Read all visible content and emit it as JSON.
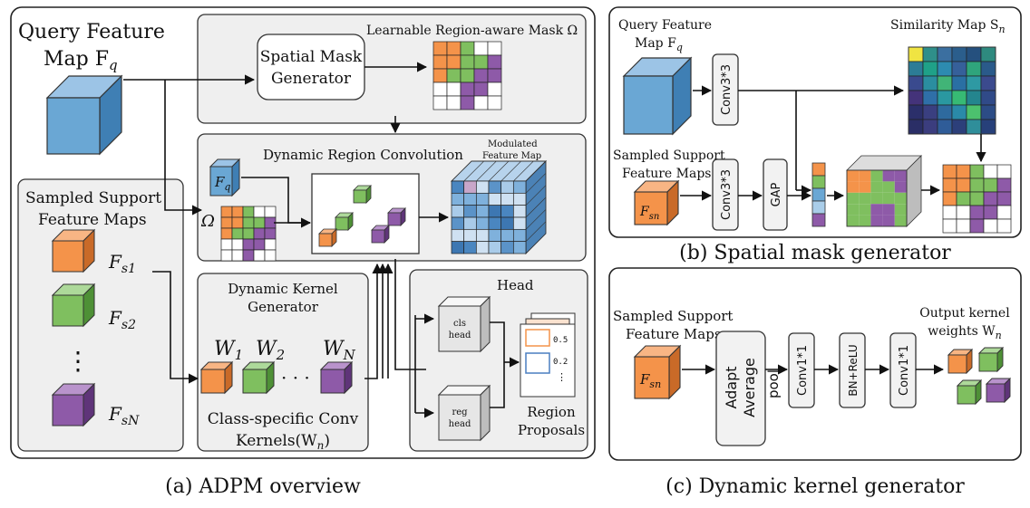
{
  "colors": {
    "orange": "#f4934a",
    "green": "#7fbf5f",
    "purple": "#8e5aa8",
    "blue": "#6aa7d4",
    "white": "#ffffff",
    "panel_fill": "#efefef"
  },
  "panel_a": {
    "caption": "(a) ADPM overview",
    "query_title_line1": "Query Feature",
    "query_title_line2": "Map F",
    "query_sub": "q",
    "spatial_mask_gen_line1": "Spatial Mask",
    "spatial_mask_gen_line2": "Generator",
    "learnable_mask_label": "Learnable Region-aware Mask Ω",
    "drc_title": "Dynamic Region Convolution",
    "fq_cube": "F",
    "fq_sub": "q",
    "omega": "Ω",
    "modulated_line1": "Modulated",
    "modulated_line2": "Feature Map",
    "support_title_line1": "Sampled Support",
    "support_title_line2": "Feature Maps",
    "fs1": "F",
    "fs1_sub": "s1",
    "fs2": "F",
    "fs2_sub": "s2",
    "dots": "⋮",
    "fsn": "F",
    "fsn_sub": "sN",
    "dkg_line1": "Dynamic Kernel",
    "dkg_line2": "Generator",
    "w1": "W",
    "w1_sub": "1",
    "w2": "W",
    "w2_sub": "2",
    "wdots": "· · ·",
    "wn": "W",
    "wn_sub": "N",
    "kernels_line1": "Class-specific Conv",
    "kernels_line2": "Kernels(W",
    "kernels_sub": "n",
    "kernels_end": ")",
    "head_title": "Head",
    "cls_line1": "cls",
    "cls_line2": "head",
    "reg_line1": "reg",
    "reg_line2": "head",
    "score1": "0.5",
    "score2": "0.2",
    "score_dots": "⋮",
    "proposals_line1": "Region",
    "proposals_line2": "Proposals"
  },
  "panel_b": {
    "caption": "(b) Spatial mask generator",
    "query_line1": "Query Feature",
    "query_line2": "Map F",
    "query_sub": "q",
    "conv_top": "Conv3*3",
    "similarity": "Similarity Map S",
    "similarity_sub": "n",
    "support_line1": "Sampled Support",
    "support_line2": "Feature Maps",
    "fsn": "F",
    "fsn_sub": "sn",
    "conv_bottom": "Conv3*3",
    "gap": "GAP"
  },
  "panel_c": {
    "caption": "(c) Dynamic kernel generator",
    "support_line1": "Sampled Support",
    "support_line2": "Feature Maps",
    "fsn": "F",
    "fsn_sub": "sn",
    "adapt_line1": "Adapt",
    "adapt_line2": "Average",
    "adapt_line3": "pool",
    "conv1": "Conv1*1",
    "bnrelu": "BN+ReLU",
    "conv2": "Conv1*1",
    "output_line1": "Output kernel",
    "output_line2": "weights W",
    "output_sub": "n"
  }
}
